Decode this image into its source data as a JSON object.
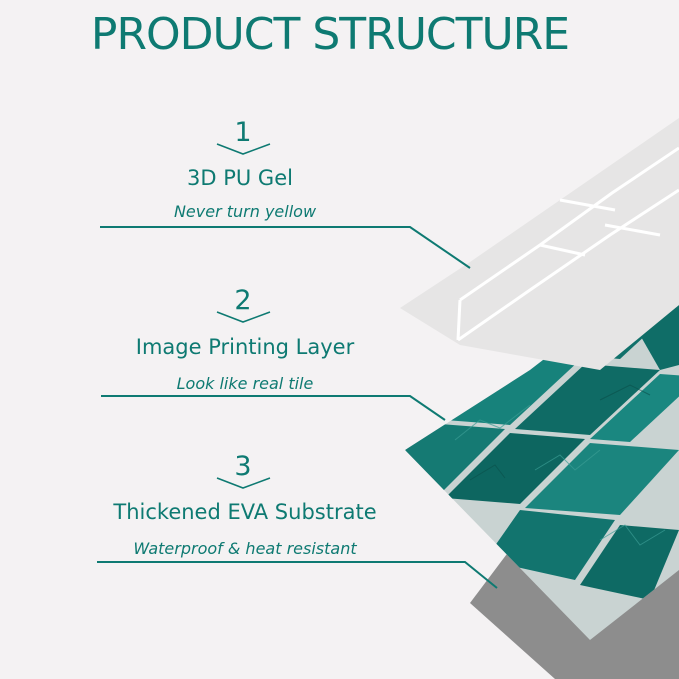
{
  "title": "PRODUCT STRUCTURE",
  "layers": [
    {
      "number": "1",
      "name": "3D PU Gel",
      "description": "Never turn yellow"
    },
    {
      "number": "2",
      "name": "Image Printing Layer",
      "description": "Look like real tile"
    },
    {
      "number": "3",
      "name": "Thickened EVA Substrate",
      "description": "Waterproof & heat resistant"
    }
  ],
  "colors": {
    "accent": "#0e7a72",
    "background": "#f4f2f3",
    "gel_layer": "#e9e8e8",
    "tile_teal": "#1b7c76",
    "substrate_gray": "#8b8b8b"
  }
}
